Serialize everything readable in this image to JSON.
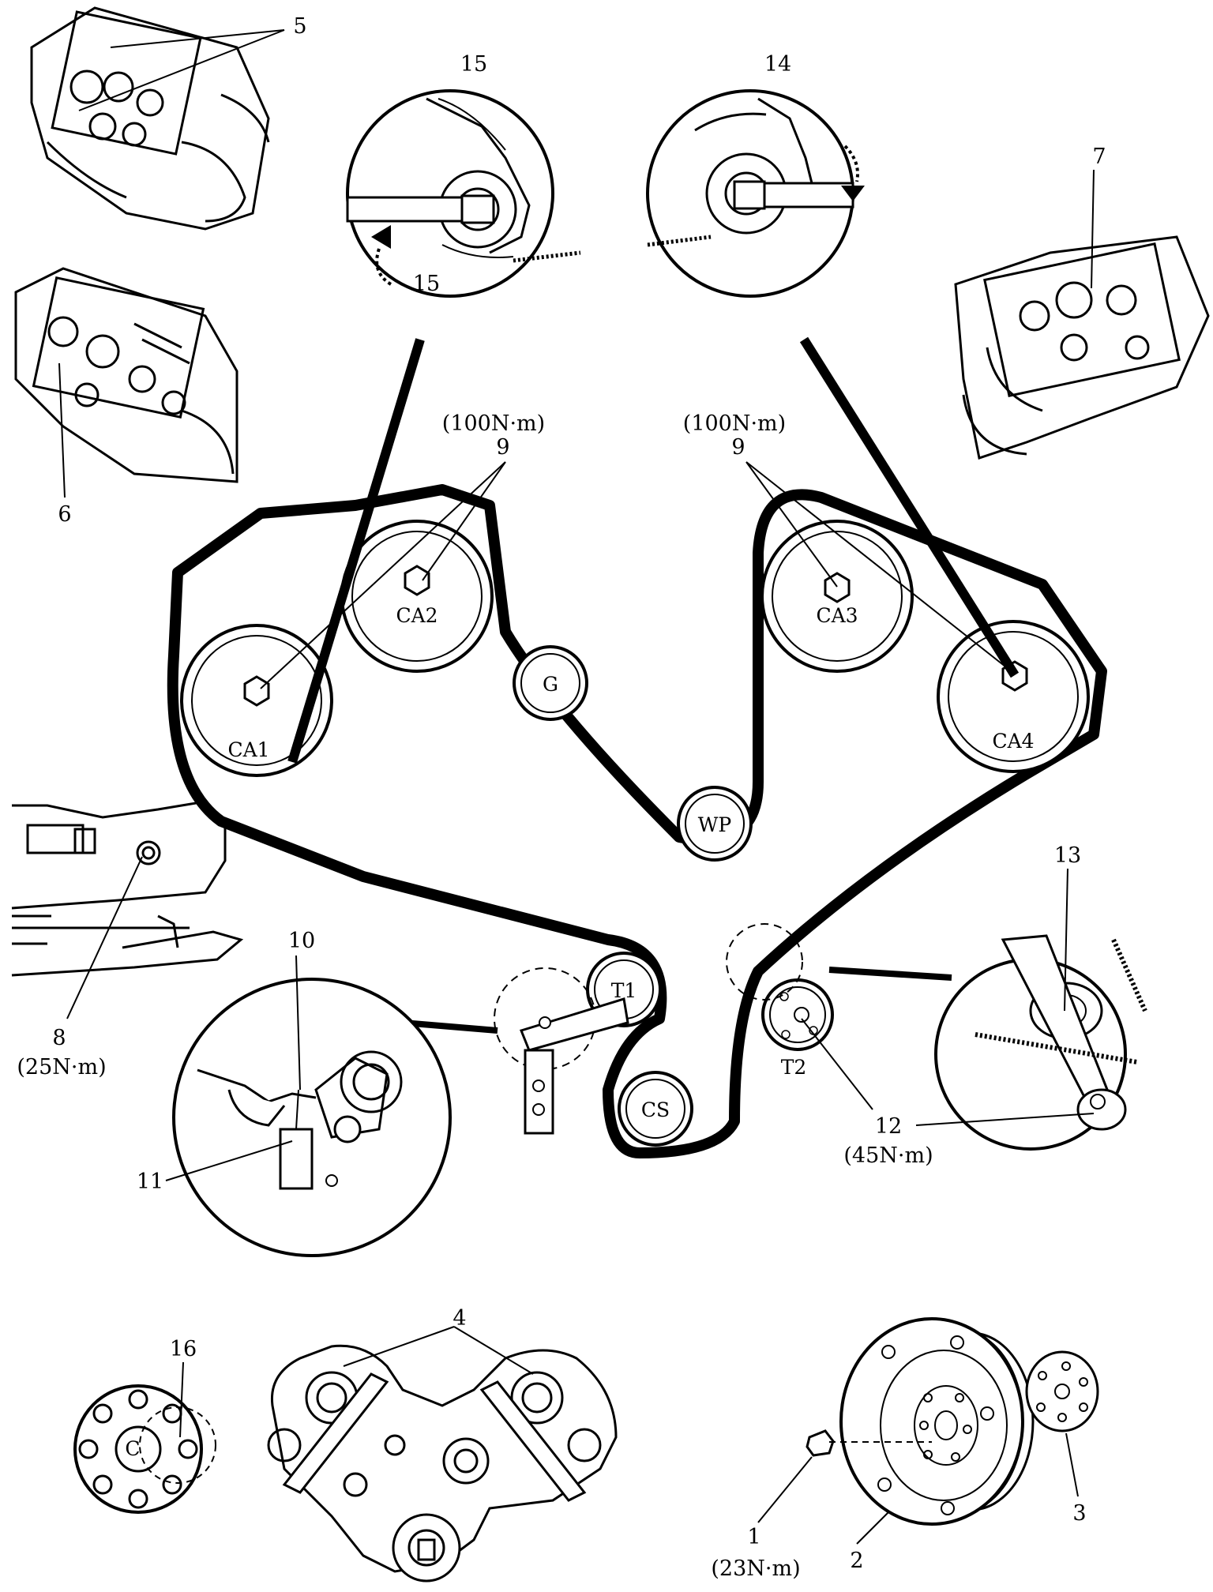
{
  "pulleys": {
    "ca1": "CA1",
    "ca2": "CA2",
    "ca3": "CA3",
    "ca4": "CA4",
    "g": "G",
    "wp": "WP",
    "t1": "T1",
    "t2": "T2",
    "cs": "CS",
    "c": "C"
  },
  "labels": {
    "n1": "1",
    "n2": "2",
    "n3": "3",
    "n4": "4",
    "n5": "5",
    "n6": "6",
    "n7": "7",
    "n8": "8",
    "n9_left": "9",
    "n9_right": "9",
    "n10": "10",
    "n11": "11",
    "n12": "12",
    "n13": "13",
    "n14": "14",
    "n15_top": "15",
    "n15_inner": "15",
    "n16": "16"
  },
  "torques": {
    "t9_left": "(100N·m)",
    "t9_right": "(100N·m)",
    "t8": "(25N·m)",
    "t12": "(45N·m)",
    "t1": "(23N·m)"
  }
}
